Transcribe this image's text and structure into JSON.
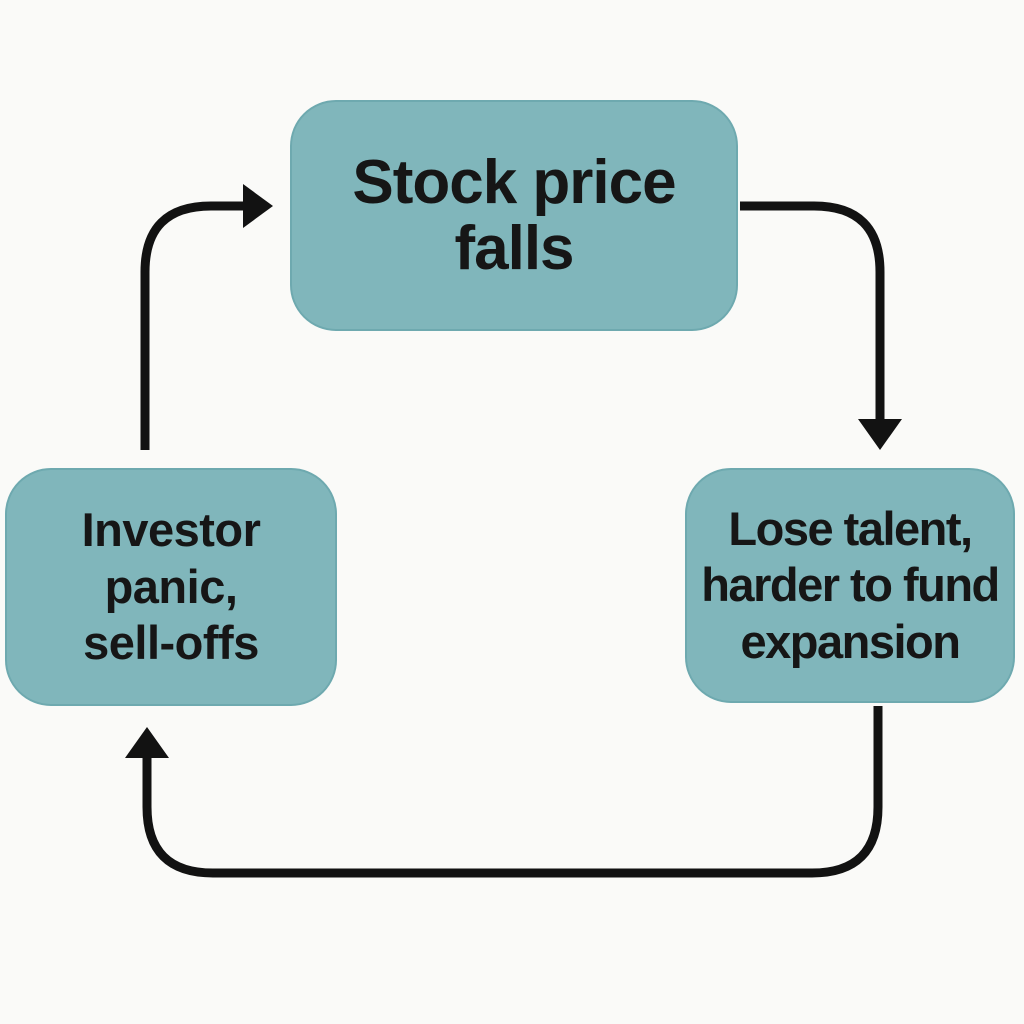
{
  "diagram": {
    "type": "cycle",
    "nodes": [
      {
        "id": "stock-price-falls",
        "position": "top",
        "label": "Stock price\nfalls"
      },
      {
        "id": "lose-talent",
        "position": "right",
        "label": "Lose talent,\nharder to fund\nexpansion"
      },
      {
        "id": "investor-panic",
        "position": "left",
        "label": "Investor\npanic,\nsell-offs"
      }
    ],
    "edges": [
      {
        "from": "investor-panic",
        "to": "stock-price-falls",
        "direction": "up-then-right"
      },
      {
        "from": "stock-price-falls",
        "to": "lose-talent",
        "direction": "right-then-down"
      },
      {
        "from": "lose-talent",
        "to": "investor-panic",
        "direction": "down-left-then-up"
      }
    ]
  },
  "colors": {
    "background": "#fafaf8",
    "node_fill": "#80b6bb",
    "node_border": "#6ea9af",
    "arrow": "#121212",
    "text": "#161616"
  }
}
